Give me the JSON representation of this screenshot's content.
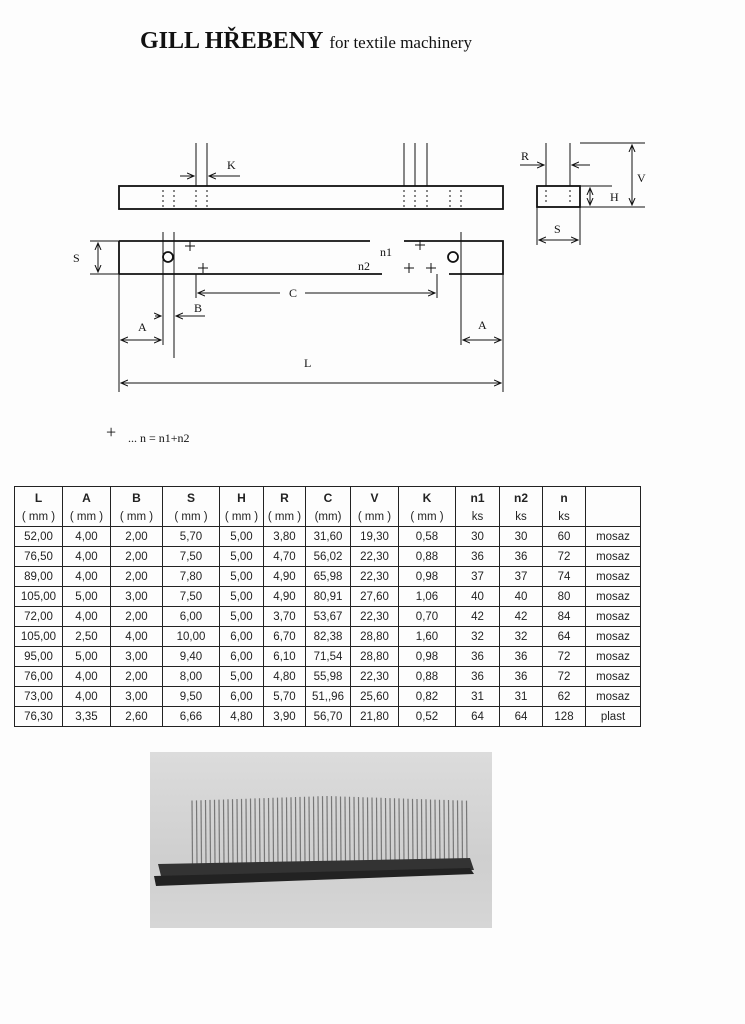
{
  "title": {
    "main": "GILL HŘEBENY",
    "subtitle": "for textile machinery"
  },
  "drawing_labels": {
    "K": "K",
    "R": "R",
    "V": "V",
    "H": "H",
    "S_side": "S",
    "S_left": "S",
    "n1": "n1",
    "n2": "n2",
    "C": "C",
    "B": "B",
    "A_left": "A",
    "A_right": "A",
    "L": "L",
    "legend_symbol": "+",
    "legend_text": "... n = n1+n2"
  },
  "table": {
    "headers": [
      "L",
      "A",
      "B",
      "S",
      "H",
      "R",
      "C",
      "V",
      "K",
      "n1",
      "n2",
      "n",
      ""
    ],
    "units": [
      "( mm )",
      "( mm )",
      "( mm )",
      "( mm )",
      "( mm )",
      "( mm )",
      "(mm)",
      "( mm )",
      "( mm )",
      "ks",
      "ks",
      "ks",
      ""
    ],
    "rows": [
      [
        "52,00",
        "4,00",
        "2,00",
        "5,70",
        "5,00",
        "3,80",
        "31,60",
        "19,30",
        "0,58",
        "30",
        "30",
        "60",
        "mosaz"
      ],
      [
        "76,50",
        "4,00",
        "2,00",
        "7,50",
        "5,00",
        "4,70",
        "56,02",
        "22,30",
        "0,88",
        "36",
        "36",
        "72",
        "mosaz"
      ],
      [
        "89,00",
        "4,00",
        "2,00",
        "7,80",
        "5,00",
        "4,90",
        "65,98",
        "22,30",
        "0,98",
        "37",
        "37",
        "74",
        "mosaz"
      ],
      [
        "105,00",
        "5,00",
        "3,00",
        "7,50",
        "5,00",
        "4,90",
        "80,91",
        "27,60",
        "1,06",
        "40",
        "40",
        "80",
        "mosaz"
      ],
      [
        "72,00",
        "4,00",
        "2,00",
        "6,00",
        "5,00",
        "3,70",
        "53,67",
        "22,30",
        "0,70",
        "42",
        "42",
        "84",
        "mosaz"
      ],
      [
        "105,00",
        "2,50",
        "4,00",
        "10,00",
        "6,00",
        "6,70",
        "82,38",
        "28,80",
        "1,60",
        "32",
        "32",
        "64",
        "mosaz"
      ],
      [
        "95,00",
        "5,00",
        "3,00",
        "9,40",
        "6,00",
        "6,10",
        "71,54",
        "28,80",
        "0,98",
        "36",
        "36",
        "72",
        "mosaz"
      ],
      [
        "76,00",
        "4,00",
        "2,00",
        "8,00",
        "5,00",
        "4,80",
        "55,98",
        "22,30",
        "0,88",
        "36",
        "36",
        "72",
        "mosaz"
      ],
      [
        "73,00",
        "4,00",
        "3,00",
        "9,50",
        "6,00",
        "5,70",
        "51,,96",
        "25,60",
        "0,82",
        "31",
        "31",
        "62",
        "mosaz"
      ],
      [
        "76,30",
        "3,35",
        "2,60",
        "6,66",
        "4,80",
        "3,90",
        "56,70",
        "21,80",
        "0,52",
        "64",
        "64",
        "128",
        "plast"
      ]
    ]
  }
}
